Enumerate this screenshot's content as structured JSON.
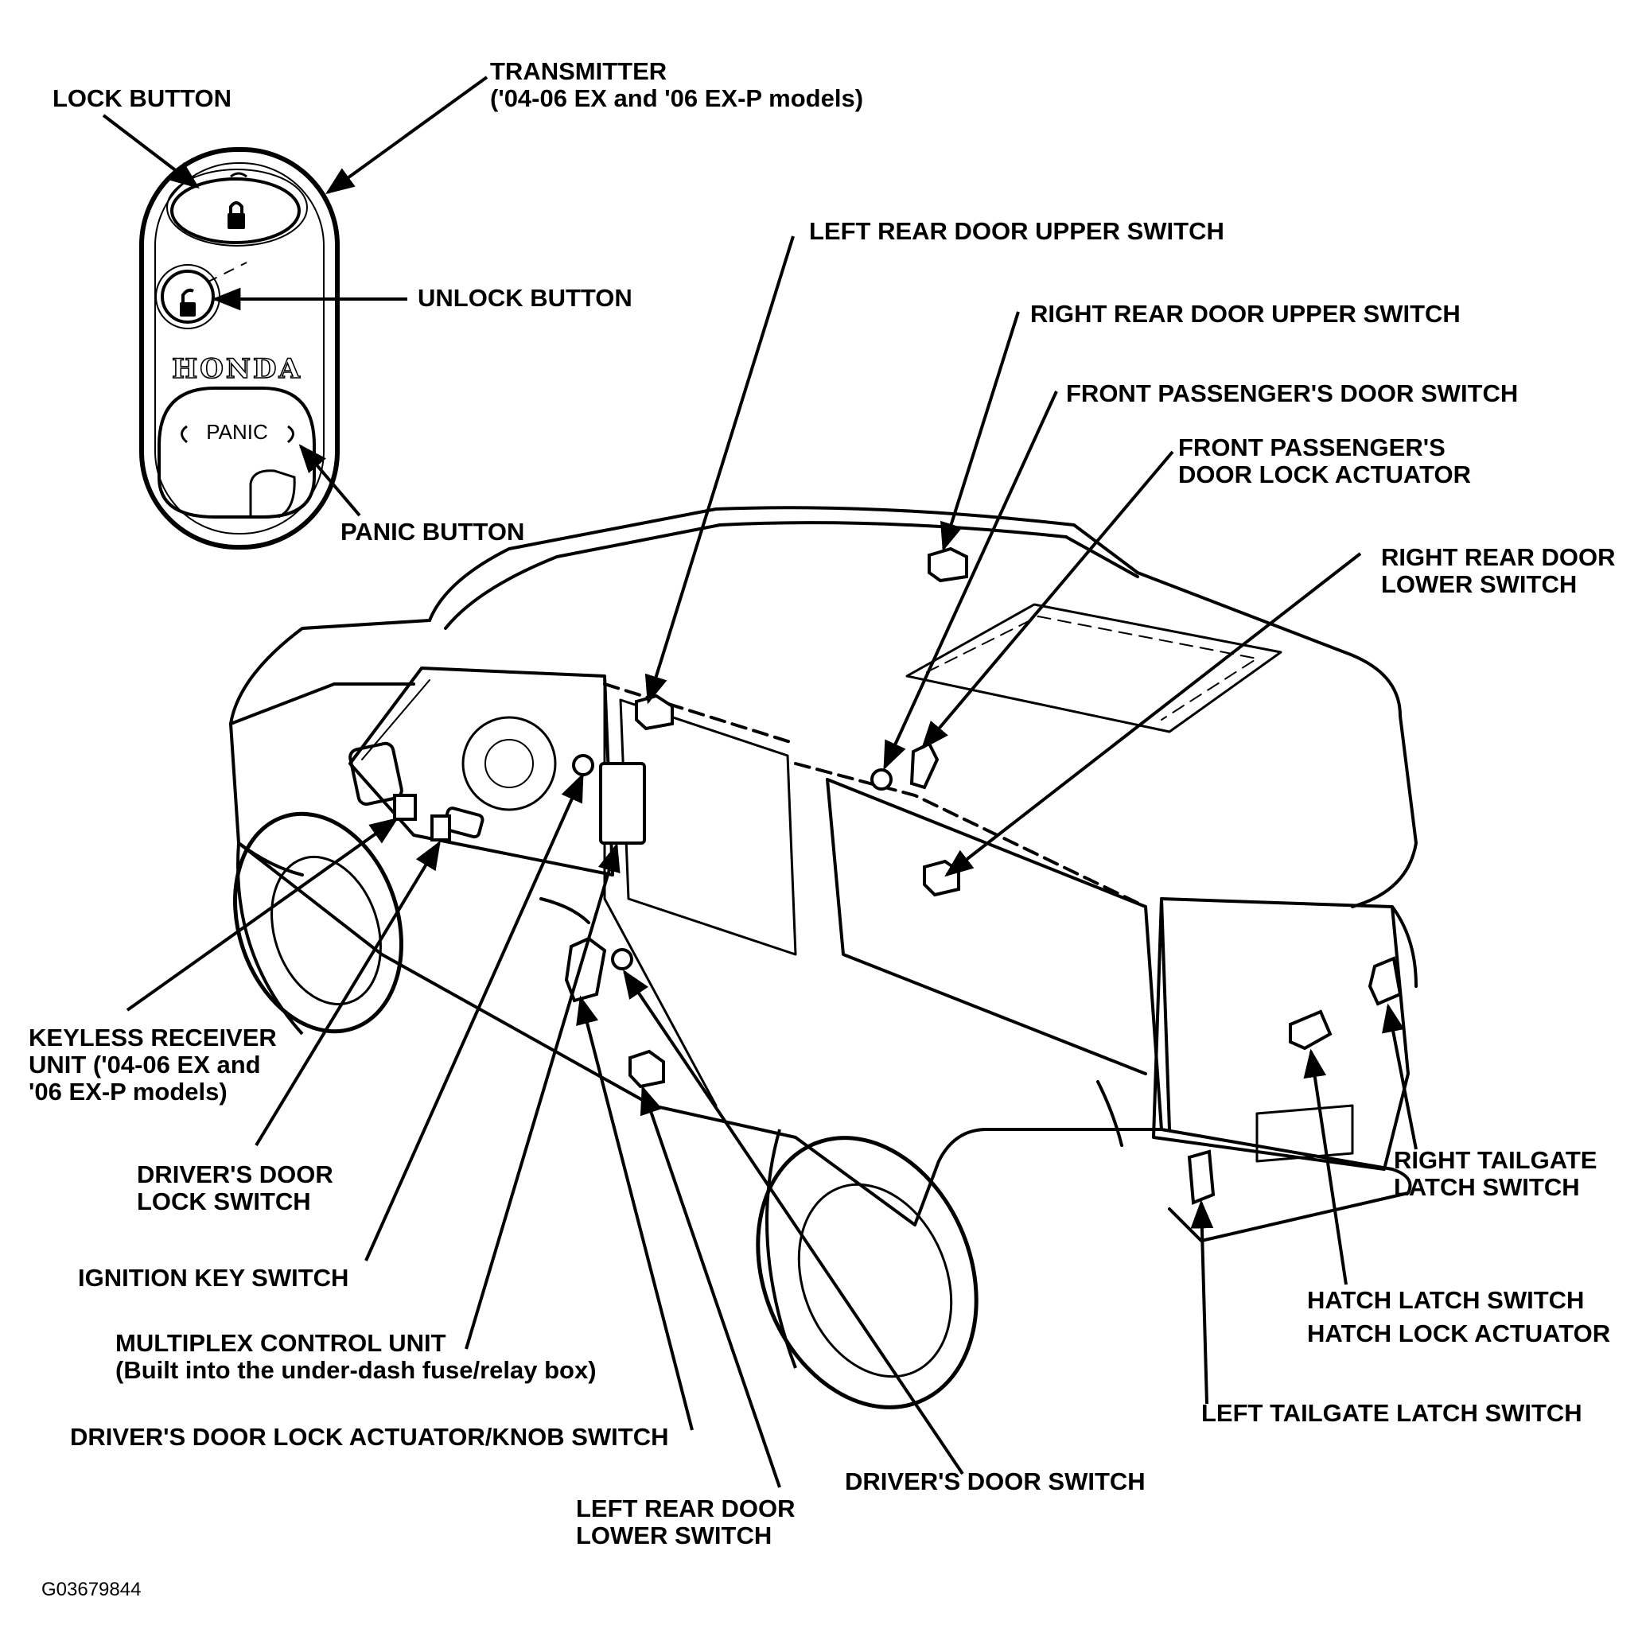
{
  "labels": {
    "lock_button": "LOCK BUTTON",
    "transmitter": "TRANSMITTER",
    "transmitter_models": "('04-06 EX and '06 EX-P models)",
    "unlock_button": "UNLOCK BUTTON",
    "panic_button": "PANIC BUTTON",
    "left_rear_door_upper_switch": "LEFT REAR DOOR UPPER SWITCH",
    "right_rear_door_upper_switch": "RIGHT REAR DOOR UPPER SWITCH",
    "front_passengers_door_switch": "FRONT PASSENGER'S DOOR SWITCH",
    "front_passengers_door_lock_actuator_1": "FRONT PASSENGER'S",
    "front_passengers_door_lock_actuator_2": "DOOR LOCK ACTUATOR",
    "right_rear_door_lower_switch_1": "RIGHT REAR DOOR",
    "right_rear_door_lower_switch_2": "LOWER SWITCH",
    "keyless_receiver_1": "KEYLESS RECEIVER",
    "keyless_receiver_2": "UNIT ('04-06 EX and",
    "keyless_receiver_3": "'06 EX-P models)",
    "drivers_door_lock_switch_1": "DRIVER'S DOOR",
    "drivers_door_lock_switch_2": "LOCK SWITCH",
    "ignition_key_switch": "IGNITION KEY SWITCH",
    "multiplex_control_unit": "MULTIPLEX CONTROL UNIT",
    "multiplex_control_unit_note": "(Built into the under-dash fuse/relay box)",
    "drivers_door_lock_actuator_knob_switch": "DRIVER'S DOOR LOCK ACTUATOR/KNOB SWITCH",
    "left_rear_door_lower_switch_1": "LEFT REAR DOOR",
    "left_rear_door_lower_switch_2": "LOWER SWITCH",
    "drivers_door_switch": "DRIVER'S DOOR SWITCH",
    "right_tailgate_latch_switch_1": "RIGHT TAILGATE",
    "right_tailgate_latch_switch_2": "LATCH SWITCH",
    "hatch_latch_switch": "HATCH LATCH SWITCH",
    "hatch_lock_actuator": "HATCH LOCK ACTUATOR",
    "left_tailgate_latch_switch": "LEFT TAILGATE LATCH SWITCH",
    "figure_id": "G03679844"
  },
  "transmitter_face": {
    "brand": "HONDA",
    "panic_text": "PANIC"
  }
}
